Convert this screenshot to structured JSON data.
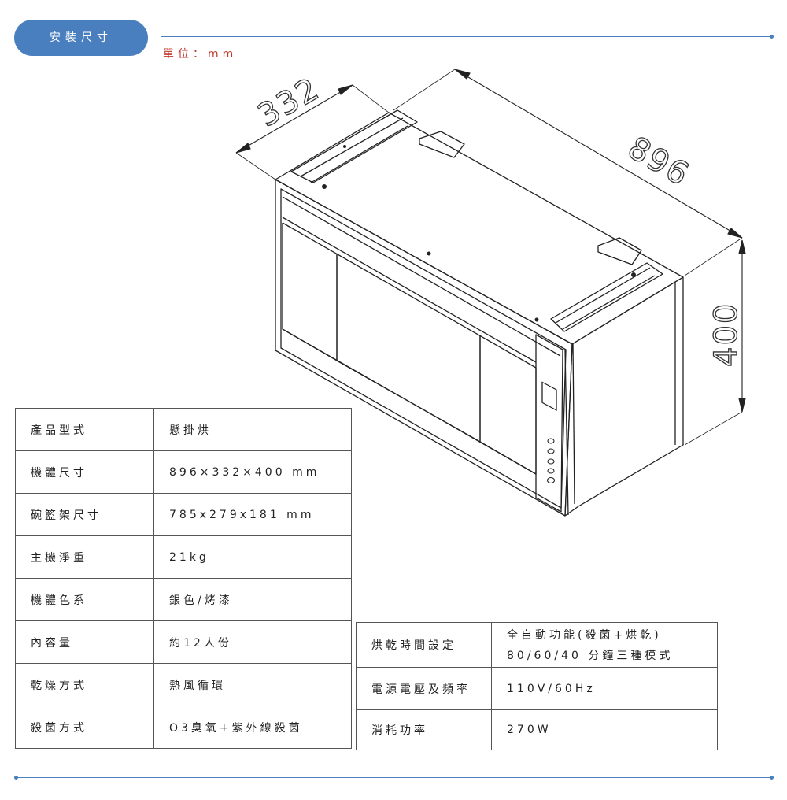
{
  "header": {
    "section_title": "安裝尺寸",
    "unit_label": "單位：mm"
  },
  "dimensions": {
    "depth": "332",
    "width": "896",
    "height": "400"
  },
  "spec_table": [
    {
      "label": "產品型式",
      "value": "懸掛烘"
    },
    {
      "label": "機體尺寸",
      "value": "896×332×400 mm"
    },
    {
      "label": "碗籃架尺寸",
      "value": "785x279x181 mm"
    },
    {
      "label": "主機淨重",
      "value": "21kg"
    },
    {
      "label": "機體色系",
      "value": "銀色/烤漆"
    },
    {
      "label": "內容量",
      "value": "約12人份"
    },
    {
      "label": "乾燥方式",
      "value": "熱風循環"
    },
    {
      "label": "殺菌方式",
      "value": "O3臭氧+紫外線殺菌"
    }
  ],
  "spec_table_2": [
    {
      "label": "烘乾時間設定",
      "value": "全自動功能(殺菌+烘乾)",
      "value_line2": "80/60/40 分鐘三種模式"
    },
    {
      "label": "電源電壓及頻率",
      "value": "110V/60Hz"
    },
    {
      "label": "消耗功率",
      "value": "270W"
    }
  ],
  "colors": {
    "accent": "#4a7fbf",
    "unit_text": "#c0392b"
  }
}
